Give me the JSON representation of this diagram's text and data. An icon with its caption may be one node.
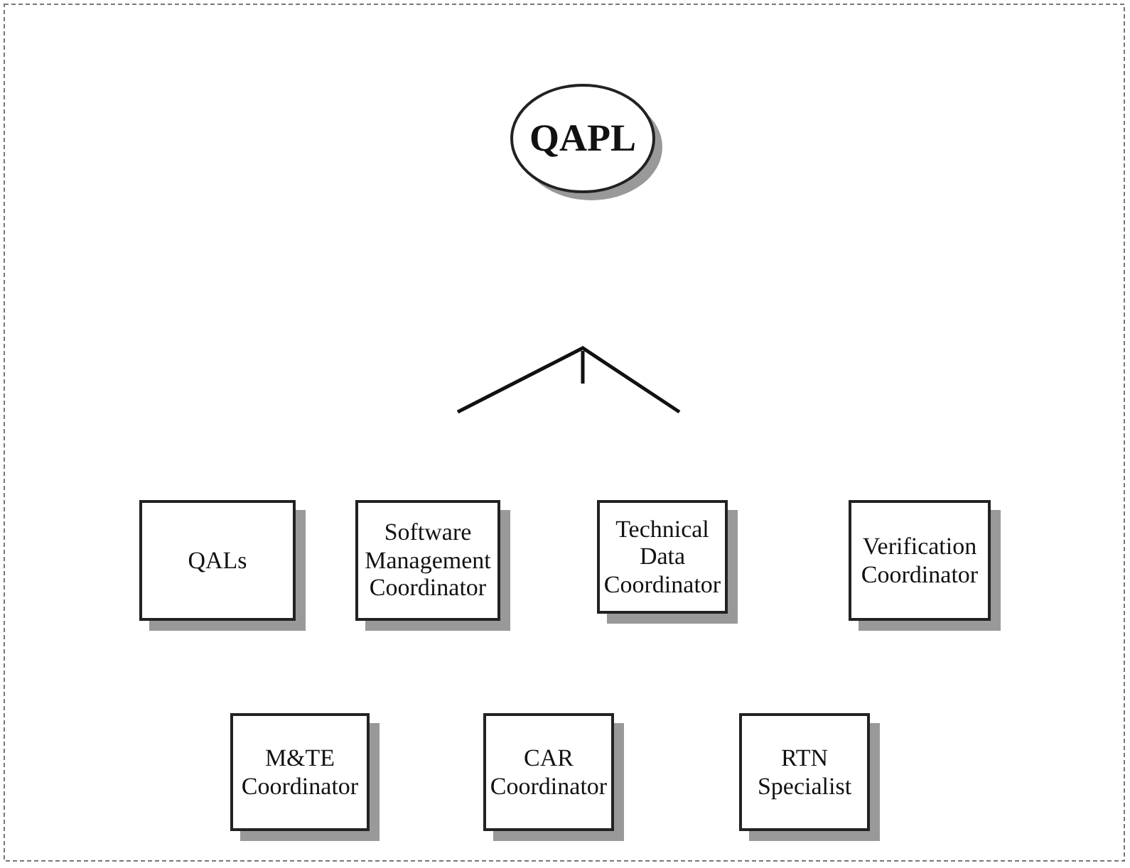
{
  "diagram": {
    "nodes": [
      {
        "text": [
          "QAPL"
        ]
      },
      {
        "text": [
          "QALs"
        ]
      },
      {
        "text": [
          "Software Management Coordinator"
        ]
      },
      {
        "text": [
          "Technical Data Coordinator"
        ]
      },
      {
        "text": [
          "Verification Coordinator"
        ]
      },
      {
        "text": [
          "M&TE Coordinator"
        ]
      },
      {
        "text": [
          "CAR Coordinator"
        ]
      },
      {
        "text": [
          "RTN Specialist"
        ]
      }
    ]
  }
}
